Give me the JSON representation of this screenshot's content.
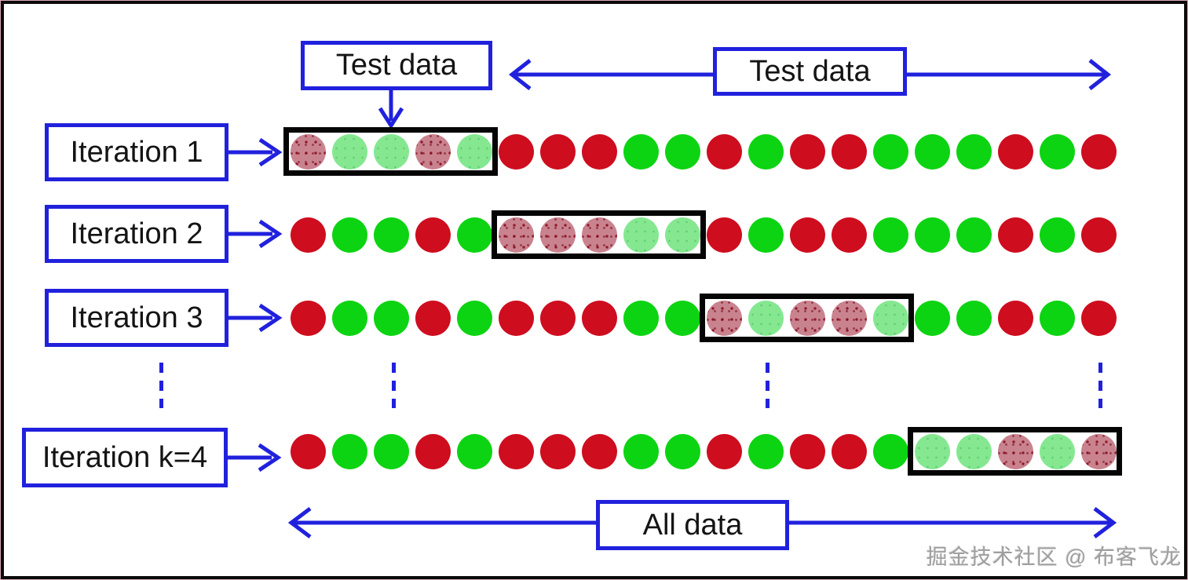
{
  "labels": {
    "test_data_top_left": "Test data",
    "test_data_top_right": "Test data",
    "all_data": "All data",
    "watermark": "掘金技术社区 @ 布客飞龙"
  },
  "colors": {
    "blue": "#2121dd",
    "train_red": "#ce0d1f",
    "train_green": "#0cd412",
    "test_red": "#c9838f",
    "test_green": "#85e891"
  },
  "diagram": {
    "description": "k-fold cross-validation: each row shows the same 20 samples; a black box marks the 5-sample test fold for that iteration",
    "base_sequence": [
      "R",
      "G",
      "G",
      "R",
      "G",
      "R",
      "R",
      "R",
      "G",
      "G",
      "R",
      "G",
      "R",
      "R",
      "G",
      "G",
      "G",
      "R",
      "G",
      "R"
    ],
    "fold_size": 5,
    "rows": [
      {
        "label": "Iteration 1",
        "test_fold": 0
      },
      {
        "label": "Iteration 2",
        "test_fold": 1
      },
      {
        "label": "Iteration 3",
        "test_fold": 2
      },
      {
        "label": "Iteration k=4",
        "test_fold": 3
      }
    ]
  }
}
